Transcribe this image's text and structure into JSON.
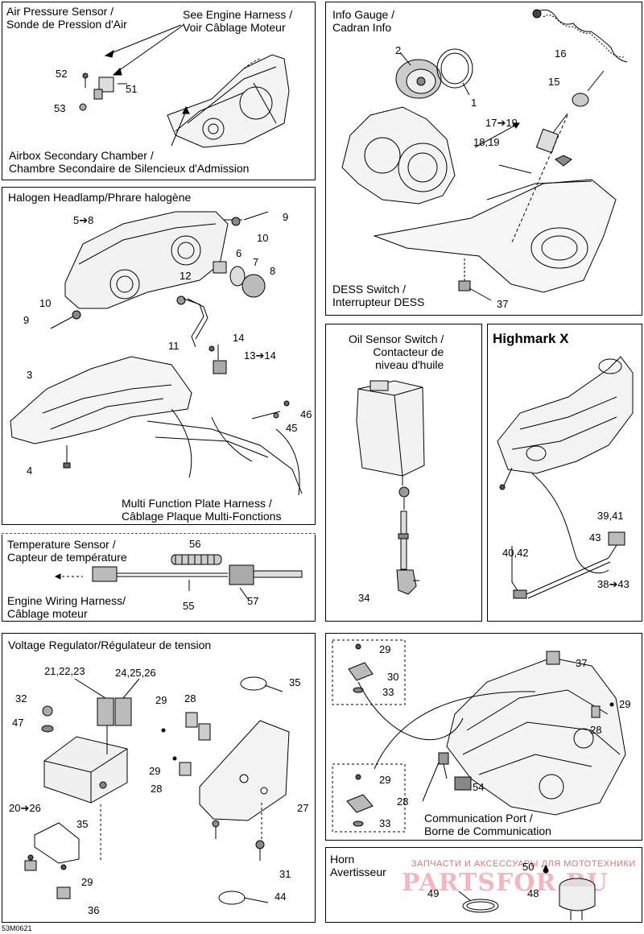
{
  "panels": {
    "air_pressure": {
      "title": "Air Pressure Sensor /\nSonde de Pression d'Air",
      "harness_ref": "See Engine Harness /\nVoir Câblage Moteur",
      "chamber": "Airbox Secondary Chamber /\nChambre Secondaire de Silencieux d'Admission",
      "labels": [
        "52",
        "51",
        "53"
      ]
    },
    "info_gauge": {
      "title": "Info Gauge /\nCadran Info",
      "dess": "DESS Switch /\nInterrupteur DESS",
      "labels": [
        "2",
        "1",
        "16",
        "15",
        "17➔19",
        "18,19",
        "37"
      ]
    },
    "headlamp": {
      "title": "Halogen Headlamp/Phrare halogène",
      "harness": "Multi Function Plate Harness /\nCâblage Plaque Multi-Fonctions",
      "labels": [
        "5➔8",
        "9",
        "10",
        "6",
        "7",
        "8",
        "12",
        "10",
        "9",
        "11",
        "14",
        "13➔14",
        "3",
        "46",
        "45",
        "4"
      ]
    },
    "oil_sensor": {
      "title": "Oil Sensor Switch /\nContacteur de\nniveau d'huile",
      "labels": [
        "34"
      ]
    },
    "highmark": {
      "title": "Highmark X",
      "labels": [
        "39,41",
        "43",
        "40,42",
        "38➔43"
      ]
    },
    "temperature": {
      "title": "Temperature Sensor /\nCapteur de température",
      "harness": "Engine Wiring Harness/\nCâblage moteur",
      "labels": [
        "56",
        "55",
        "57"
      ]
    },
    "voltage": {
      "title": "Voltage Regulator/Régulateur de tension",
      "labels": [
        "21,22,23",
        "24,25,26",
        "35",
        "32",
        "47",
        "29",
        "28",
        "29",
        "28",
        "20➔26",
        "27",
        "35",
        "29",
        "31",
        "36",
        "44"
      ]
    },
    "comm_port": {
      "title": "Communication Port /\nBorne de Communication",
      "labels": [
        "29",
        "30",
        "33",
        "37",
        "29",
        "28",
        "29",
        "28",
        "54",
        "33"
      ]
    },
    "horn": {
      "title": "Horn\nAvertisseur",
      "labels": [
        "50",
        "49",
        "48"
      ]
    }
  },
  "watermark": {
    "top": "ЗАПЧАСТИ И АКСЕССУАРЫ ДЛЯ МОТОТЕХНИКИ",
    "brand": "PARTSFOR.RU"
  },
  "figure_code": "53M0621"
}
